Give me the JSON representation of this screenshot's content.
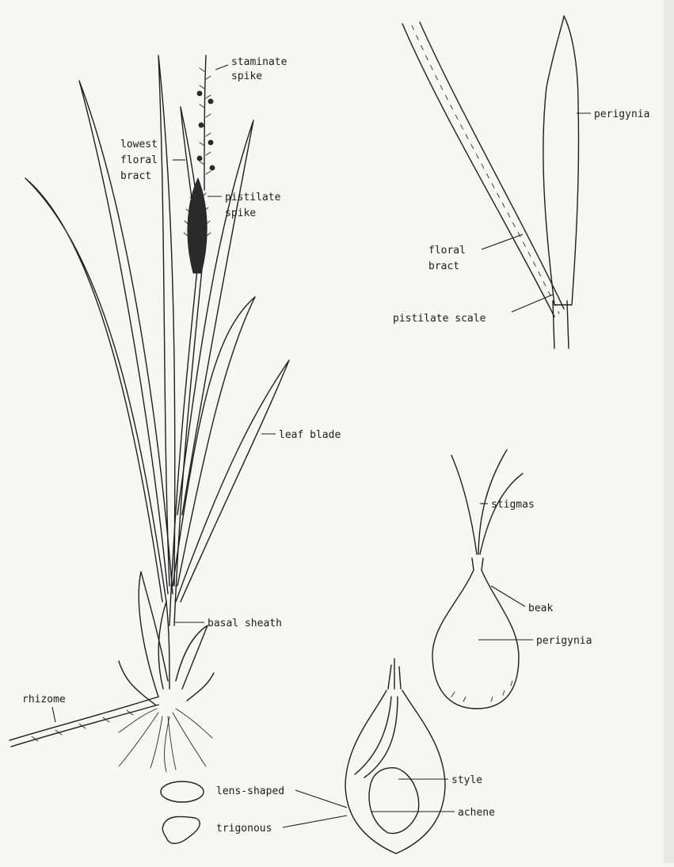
{
  "labels": {
    "staminate_spike": [
      "staminate",
      "spike"
    ],
    "lowest_floral_bract": [
      "lowest",
      "floral",
      "bract"
    ],
    "pistilate_spike": [
      "pistilate",
      "spike"
    ],
    "leaf_blade": "leaf blade",
    "basal_sheath": "basal sheath",
    "rhizome": "rhizome",
    "perigynia_top": "perigynia",
    "floral_bract": [
      "floral",
      "bract"
    ],
    "pistilate_scale": "pistilate scale",
    "stigmas": "stigmas",
    "beak": "beak",
    "perigynia_mid": "perigynia",
    "style": "style",
    "achene": "achene",
    "lens_shaped": "lens-shaped",
    "trigonous": "trigonous"
  },
  "colors": {
    "ink": "#1e1e1e",
    "paper": "#f7f6f2"
  }
}
